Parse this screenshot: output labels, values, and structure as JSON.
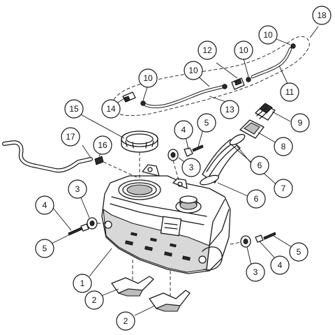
{
  "callouts": {
    "c1": "1",
    "c2a": "2",
    "c2b": "2",
    "c3a": "3",
    "c3b": "3",
    "c3c": "3",
    "c4a": "4",
    "c4b": "4",
    "c4c": "4",
    "c5a": "5",
    "c5b": "5",
    "c5c": "5",
    "c6a": "6",
    "c6b": "6",
    "c7": "7",
    "c8": "8",
    "c9": "9",
    "c10a": "10",
    "c10b": "10",
    "c10c": "10",
    "c10d": "10",
    "c11": "11",
    "c12": "12",
    "c13": "13",
    "c14": "14",
    "c15": "15",
    "c16": "16",
    "c17": "17",
    "c18": "18"
  }
}
